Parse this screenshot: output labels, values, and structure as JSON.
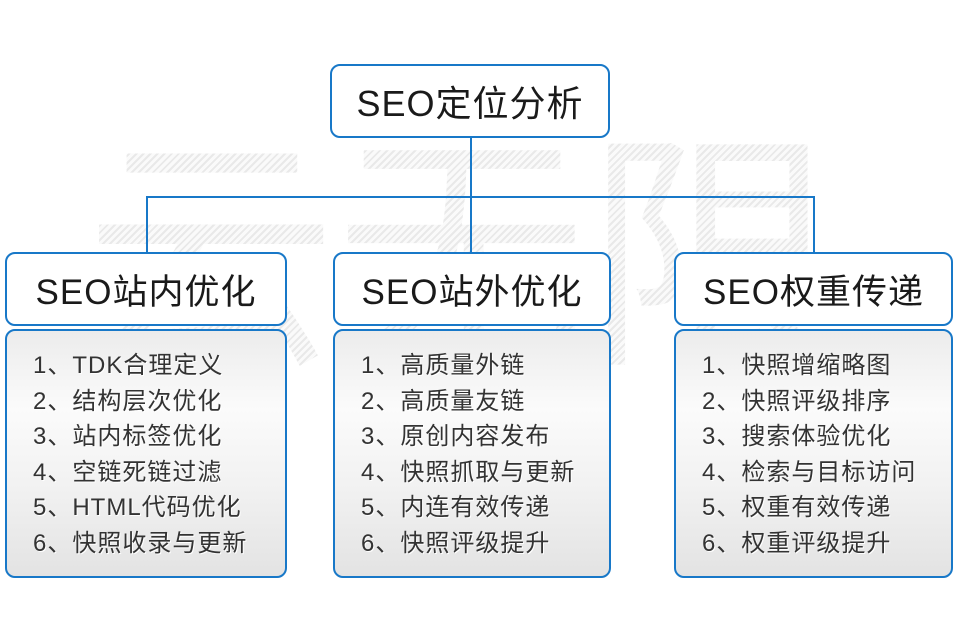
{
  "watermark": {
    "text": "云无限"
  },
  "diagram": {
    "root": {
      "label": "SEO定位分析"
    },
    "columns": [
      {
        "title": "SEO站内优化",
        "items": [
          "1、TDK合理定义",
          "2、结构层次优化",
          "3、站内标签优化",
          "4、空链死链过滤",
          "5、HTML代码优化",
          "6、快照收录与更新"
        ]
      },
      {
        "title": "SEO站外优化",
        "items": [
          "1、高质量外链",
          "2、高质量友链",
          "3、原创内容发布",
          "4、快照抓取与更新",
          "5、内连有效传递",
          "6、快照评级提升"
        ]
      },
      {
        "title": "SEO权重传递",
        "items": [
          "1、快照增缩略图",
          "2、快照评级排序",
          "3、搜索体验优化",
          "4、检索与目标访问",
          "5、权重有效传递",
          "6、权重评级提升"
        ]
      }
    ],
    "colors": {
      "connector_blue": "#1878c8",
      "box_border_blue": "#1878c8",
      "title_text": "#1a1a1a",
      "item_text": "#333333",
      "list_bg_top": "#ececec",
      "list_bg_bottom": "#e3e3e3",
      "watermark_gray": "#e9e9e9"
    }
  }
}
